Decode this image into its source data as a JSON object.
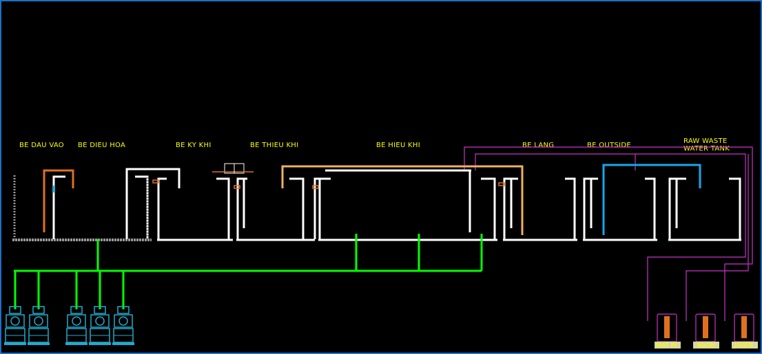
{
  "diagram": {
    "tanks": [
      {
        "key": "dau_vao",
        "label": "BE DAU VAO"
      },
      {
        "key": "dieu_hoa",
        "label": "BE DIEU HOA"
      },
      {
        "key": "ky_khi",
        "label": "BE KY KHI"
      },
      {
        "key": "thieu_khi",
        "label": "BE THIEU KHI"
      },
      {
        "key": "hieu_khi",
        "label": "BE HIEU KHI"
      },
      {
        "key": "lang",
        "label": "BE LANG"
      },
      {
        "key": "outside",
        "label": "BE OUTSIDE"
      },
      {
        "key": "raw_waste",
        "label_line1": "RAW WASTE",
        "label_line2": "WATER TANK"
      }
    ],
    "chemicals": [
      {
        "key": "mat_ri",
        "label": "MAT RI"
      },
      {
        "key": "naoh",
        "label": "NaOH"
      },
      {
        "key": "javen",
        "label": "JAVEN"
      }
    ],
    "colors": {
      "background": "#000000",
      "frame": "#1f6fc8",
      "tank_wall": "#ffffff",
      "label_text": "#ffff00",
      "air_pipe": "#00ff00",
      "chem_pipe": "#cc33cc",
      "pipe_orange": "#e07020",
      "pipe_tan": "#f0b060",
      "pipe_cyan": "#11aaee",
      "equipment": "#22aacc"
    },
    "blowers_count": 5
  }
}
